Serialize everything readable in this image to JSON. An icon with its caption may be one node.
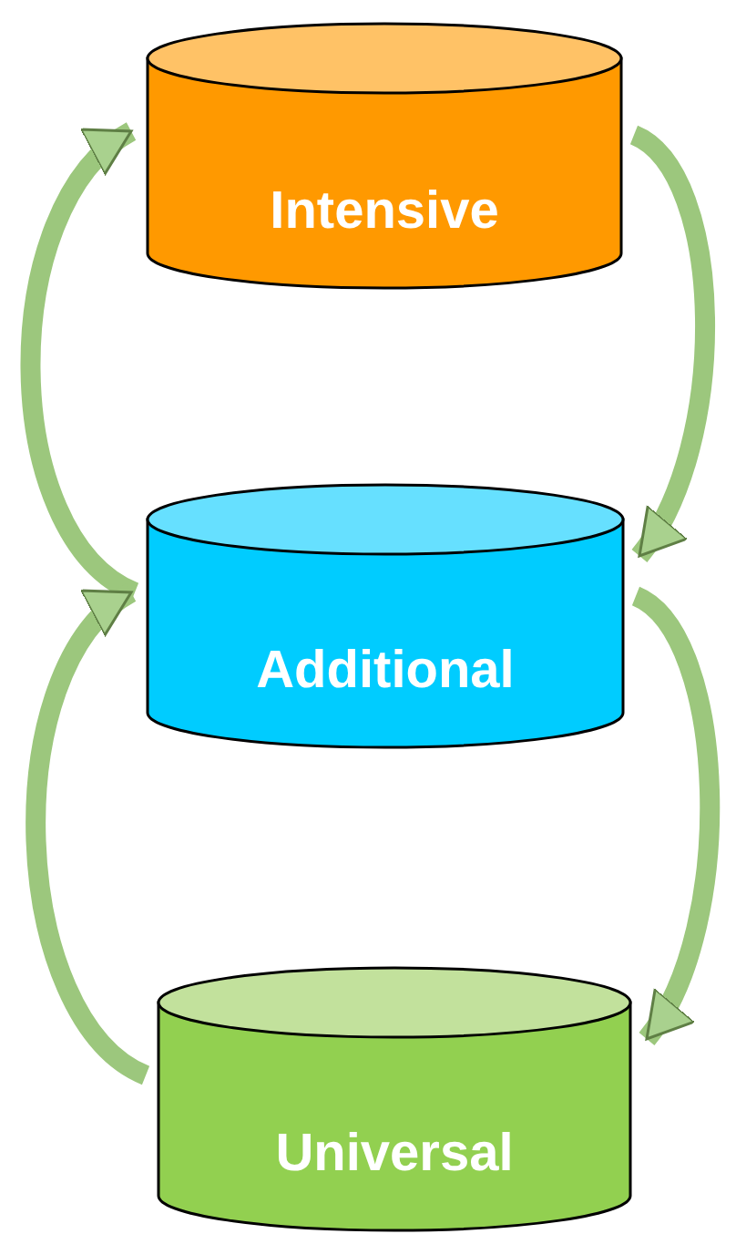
{
  "diagram": {
    "nodes": [
      {
        "text": [
          "Intensive"
        ]
      },
      {
        "text": [
          "Additional"
        ]
      },
      {
        "text": [
          "Universal"
        ]
      }
    ],
    "edges": [
      {
        "from": 0,
        "to": 1,
        "arrow": "to"
      },
      {
        "from": 1,
        "to": 0,
        "arrow": "to"
      },
      {
        "from": 1,
        "to": 2,
        "arrow": "to"
      },
      {
        "from": 2,
        "to": 1,
        "arrow": "to"
      }
    ]
  }
}
